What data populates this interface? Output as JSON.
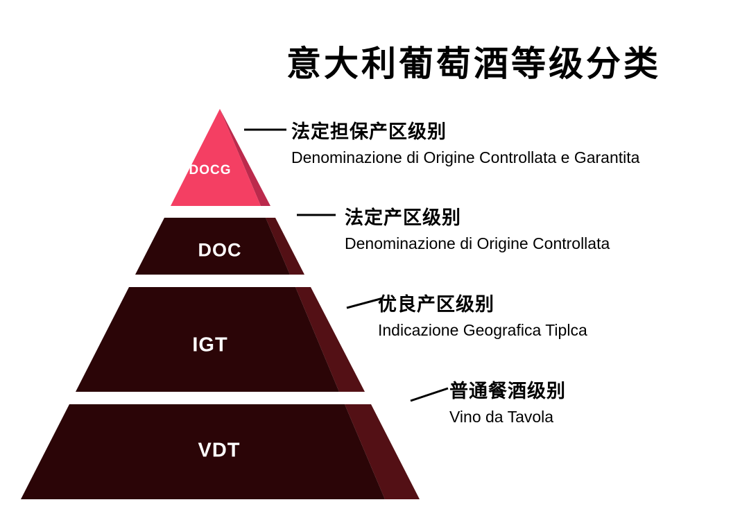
{
  "title": "意大利葡萄酒等级分类",
  "colors": {
    "docg_front": "#f43f63",
    "docg_side": "#bb2a4c",
    "tier_front": "#2b0507",
    "tier_side": "#531015",
    "connector": "#000000"
  },
  "tiers": [
    {
      "label": "DOCG",
      "zh": "法定担保产区级别",
      "it": "Denominazione di Origine Controllata e Garantita"
    },
    {
      "label": "DOC",
      "zh": "法定产区级别",
      "it": "Denominazione di Origine Controllata"
    },
    {
      "label": "IGT",
      "zh": "优良产区级别",
      "it": "Indicazione Geografica Tiplca"
    },
    {
      "label": "VDT",
      "zh": "普通餐酒级别",
      "it": "Vino da Tavola"
    }
  ]
}
